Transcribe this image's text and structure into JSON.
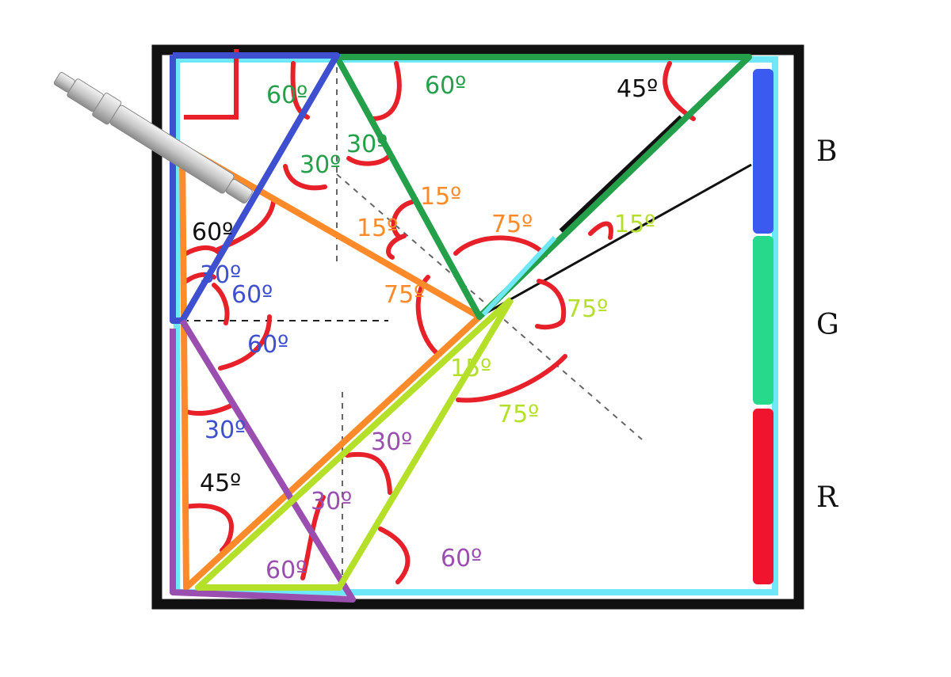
{
  "colors": {
    "frame": "#111111",
    "cyan": "#6EE8F8",
    "blue": "#3E4FD0",
    "green": "#25A04A",
    "orange": "#FF8A2A",
    "purple": "#9A4FB0",
    "lime": "#B5E02A",
    "red": "#E8202A",
    "bar_blue": "#3B5BF0",
    "bar_green": "#27D98A",
    "bar_red": "#F0142E",
    "dashed": "#666666"
  },
  "side_labels": {
    "b": "B",
    "g": "G",
    "r": "R"
  },
  "angles": {
    "green_top_left": "60º",
    "green_top_mid": "60º",
    "black_top_right": "45º",
    "green_30a": "30º",
    "green_30b": "30º",
    "orange_15a": "15º",
    "orange_15b": "15º",
    "orange_75a": "75º",
    "lime_15a": "15º",
    "black_left_60": "60º",
    "blue_30a": "30º",
    "blue_60a": "60º",
    "orange_75b": "75º",
    "lime_75a": "75º",
    "blue_60b": "60º",
    "lime_15b": "15º",
    "lime_75b": "75º",
    "blue_30b": "30º",
    "purple_30a": "30º",
    "black_45_bottom": "45º",
    "purple_30b": "30º",
    "purple_60a": "60º",
    "purple_60b": "60º"
  },
  "icons": {
    "tool": "pen-tool-icon"
  }
}
